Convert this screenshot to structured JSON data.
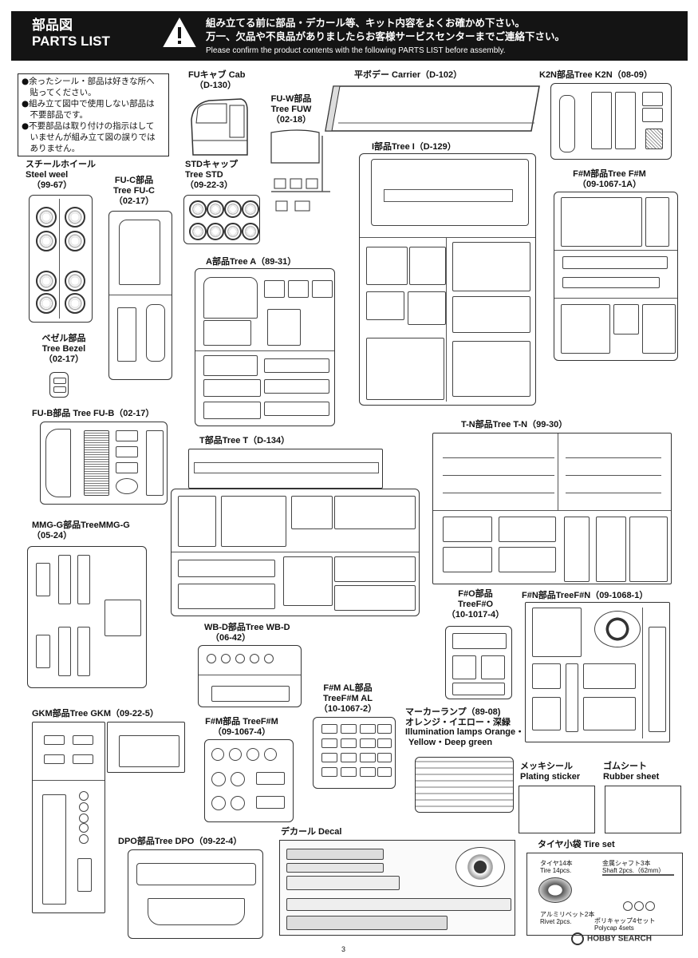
{
  "header": {
    "title_jp": "部品図",
    "title_en": "PARTS LIST",
    "message_jp_1": "組み立てる前に部品・デカール等、キット内容をよくお確かめ下さい。",
    "message_jp_2": "万一、欠品や不良品がありましたらお客様サービスセンターまでご連絡下さい。",
    "message_en": "Please confirm the product contents with the following PARTS LIST before assembly."
  },
  "notes": [
    "●余ったシール・部品は好きな所へ",
    "　貼ってください。",
    "●組み立て図中で使用しない部品は",
    "　不要部品です。",
    "●不要部品は取り付けの指示はして",
    "　いませんが組み立て図の誤りでは",
    "　ありません。"
  ],
  "labels": {
    "steel_jp": "スチールホイール",
    "steel_en": "Steel weel",
    "steel_code": "（99-67）",
    "fuc_jp": "FU-C部品",
    "fuc_en": "Tree FU-C",
    "fuc_code": "（02-17）",
    "cab_jp": "FUキャブ Cab",
    "cab_code": "（D-130）",
    "fuw_jp": "FU-W部品",
    "fuw_en": "Tree FUW",
    "fuw_code": "（02-18）",
    "std_jp": "STDキャップ",
    "std_en": "Tree STD",
    "std_code": "（09-22-3）",
    "carrier": "平ボデー Carrier（D-102）",
    "k2n": "K2N部品Tree K2N（08-09）",
    "treei": "I部品Tree I（D-129）",
    "fm_jp": "F#M部品Tree F#M",
    "fm_code": "（09-1067-1A）",
    "treea": "A部品Tree A（89-31）",
    "bezel_jp": "ベゼル部品",
    "bezel_en": "Tree Bezel",
    "bezel_code": "（02-17）",
    "fub": "FU-B部品 Tree FU-B（02-17）",
    "treet": "T部品Tree T（D-134）",
    "tn": "T-N部品Tree T-N（99-30）",
    "mmg_jp": "MMG-G部品TreeMMG-G",
    "mmg_code": "（05-24）",
    "fo_jp": "F#O部品",
    "fo_en": "TreeF#O",
    "fo_code": "（10-1017-4）",
    "fn": "F#N部品TreeF#N（09-1068-1）",
    "wbd_jp": "WB-D部品Tree WB-D",
    "wbd_code": "（06-42）",
    "fmal_jp": "F#M AL部品",
    "fmal_en": "TreeF#M AL",
    "fmal_code": "（10-1067-2）",
    "marker_jp": "マーカーランプ（89-08)",
    "marker_jp2": "オレンジ・イエロー・深緑",
    "marker_en": "Illumination lamps Orange・",
    "marker_en2": "Yellow・Deep green",
    "gkm": "GKM部品Tree GKM（09-22-5）",
    "fm2_jp": "F#M部品 TreeF#M",
    "fm2_code": "（09-1067-4）",
    "plating_jp": "メッキシール",
    "plating_en": "Plating sticker",
    "rubber_jp": "ゴムシート",
    "rubber_en": "Rubber sheet",
    "decal": "デカール Decal",
    "dpo": "DPO部品Tree DPO（09-22-4）",
    "tireset": "タイヤ小袋 Tire set",
    "tire_jp": "タイヤ14本",
    "tire_en": "Tire 14pcs.",
    "shaft_jp": "金属シャフト3本",
    "shaft_en": "Shaft 2pcs.（62mm）",
    "rivet_jp": "アルミリベット2本",
    "rivet_en": "Rivet 2pcs.",
    "polycap_jp": "ポリキャップ4セット",
    "polycap_en": "Polycap 4sets"
  },
  "page_number": "3",
  "watermark": "HOBBY SEARCH"
}
